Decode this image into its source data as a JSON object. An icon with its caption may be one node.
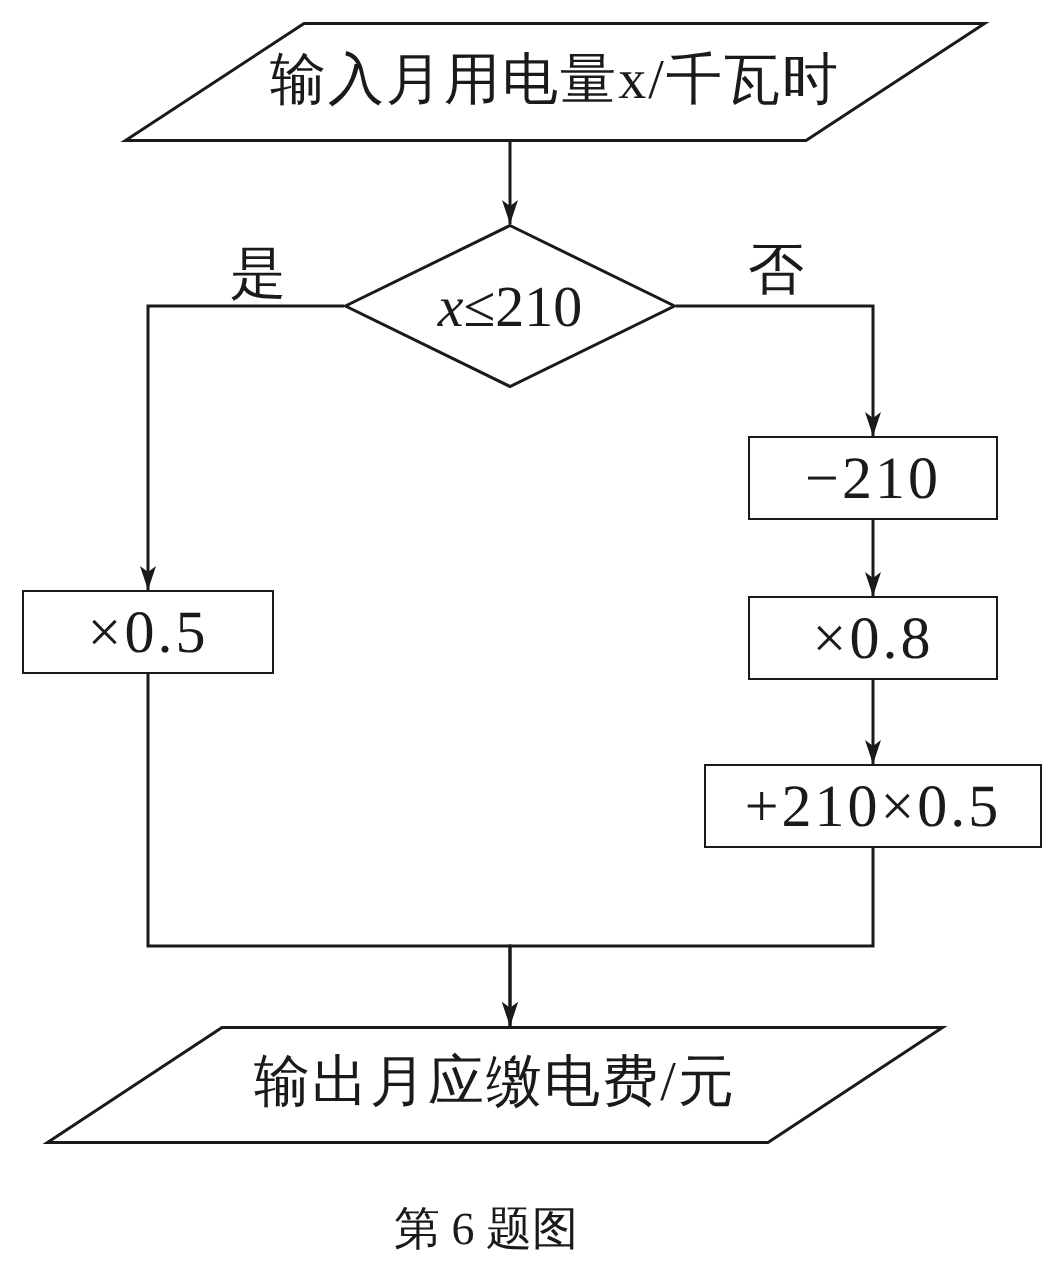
{
  "diagram": {
    "caption": "第 6 题图",
    "nodes": [
      {
        "text": [
          "输入月用电量x/千瓦时"
        ]
      },
      {
        "text": [
          "*x*≤210"
        ]
      },
      {
        "text": [
          "×0.5"
        ]
      },
      {
        "text": [
          "−210"
        ]
      },
      {
        "text": [
          "×0.8"
        ]
      },
      {
        "text": [
          "+210×0.5"
        ]
      },
      {
        "text": [
          "输出月应缴电费/元"
        ]
      }
    ],
    "edges": [
      {
        "from": 0,
        "to": 1,
        "arrow": "to"
      },
      {
        "from": 1,
        "to": 2,
        "arrow": "to",
        "label": "是"
      },
      {
        "from": 1,
        "to": 3,
        "arrow": "to",
        "label": "否"
      },
      {
        "from": 3,
        "to": 4,
        "arrow": "to"
      },
      {
        "from": 4,
        "to": 5,
        "arrow": "to"
      },
      {
        "from": 2,
        "to": 6,
        "arrow": "to"
      },
      {
        "from": 5,
        "to": 6,
        "arrow": "to"
      }
    ]
  }
}
